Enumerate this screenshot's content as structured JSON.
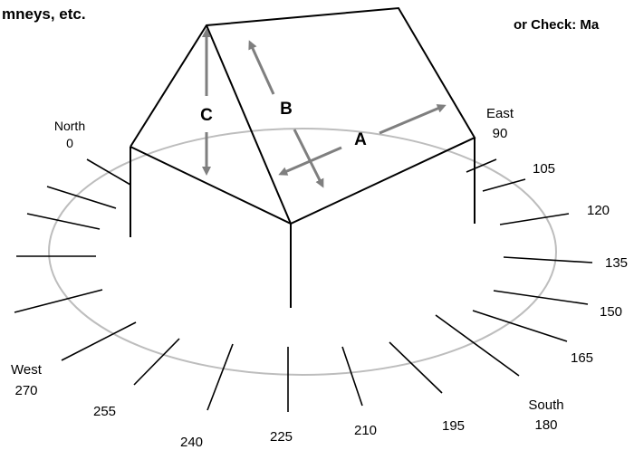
{
  "heading_fragment": "mneys, etc.",
  "check_note": "or Check: Ma",
  "note_color": "#e8201a",
  "arrow_color": "#7f7f7f",
  "ellipse_color": "#bdbdbd",
  "dimension_labels": {
    "a": "A",
    "b": "B",
    "c": "C"
  },
  "compass": {
    "north": {
      "name": "North",
      "degrees": "0"
    },
    "east": {
      "name": "East",
      "degrees": "90"
    },
    "south": {
      "name": "South",
      "degrees": "180"
    },
    "west": {
      "name": "West",
      "degrees": "270"
    },
    "degree_labels": [
      "105",
      "120",
      "135",
      "150",
      "165",
      "195",
      "210",
      "225",
      "240",
      "255"
    ]
  }
}
